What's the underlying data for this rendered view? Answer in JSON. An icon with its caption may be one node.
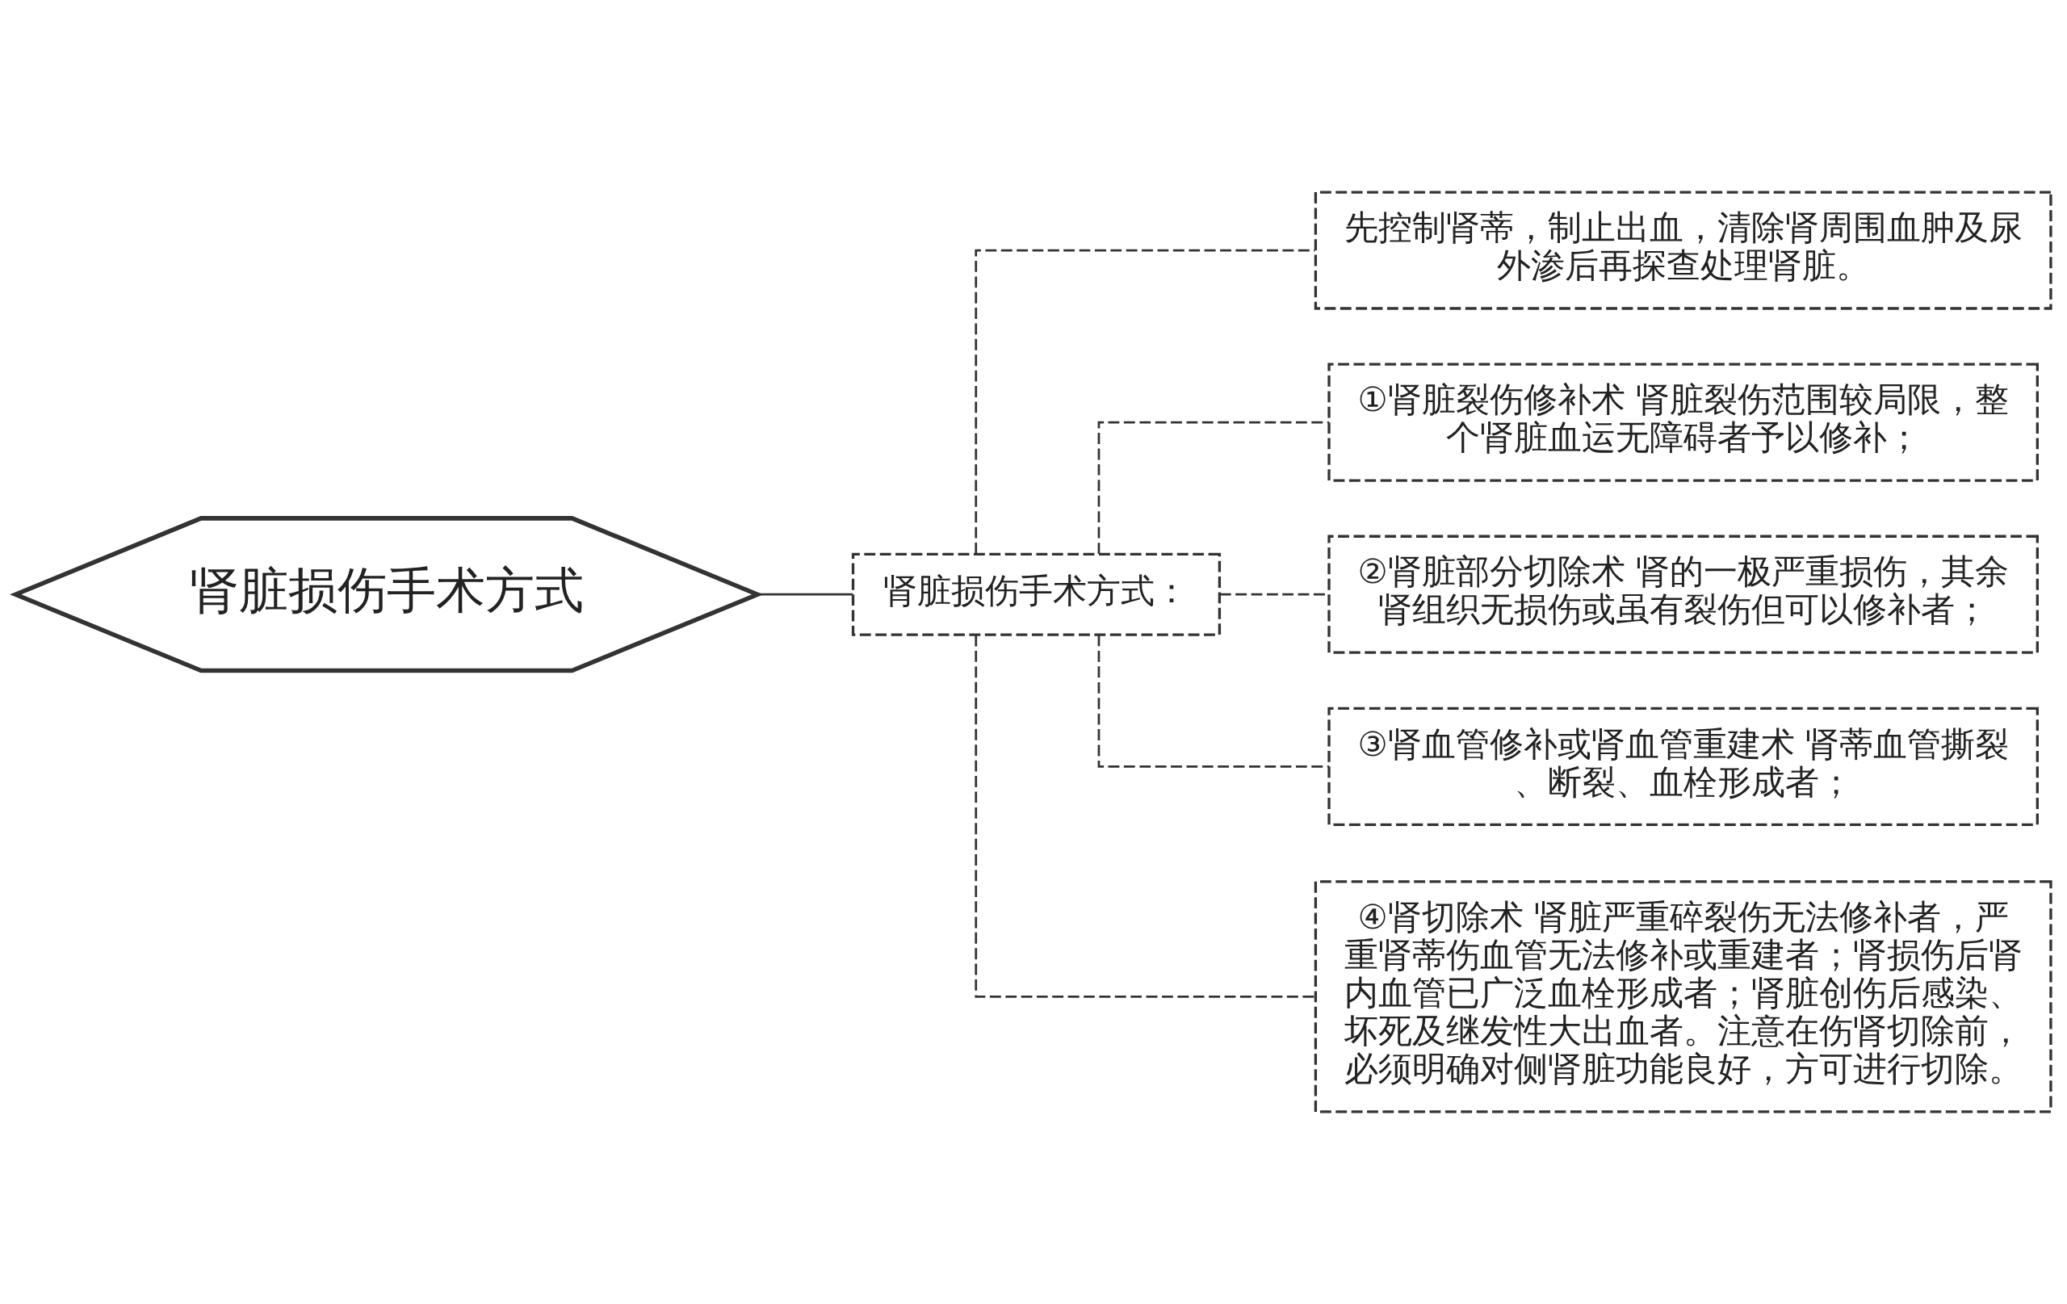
{
  "diagram": {
    "nodes": [
      {
        "text": [
          "肾脏损伤手术方式"
        ]
      },
      {
        "text": [
          "肾脏损伤手术方式："
        ]
      },
      {
        "text": [
          "先控制肾蒂，制止出血，清除肾周围血肿及尿外渗后再探查处理肾脏。"
        ]
      },
      {
        "text": [
          "①肾脏裂伤修补术 肾脏裂伤范围较局限，整个肾脏血运无障碍者予以修补；"
        ]
      },
      {
        "text": [
          "②肾脏部分切除术 肾的一极严重损伤，其余肾组织无损伤或虽有裂伤但可以修补者；"
        ]
      },
      {
        "text": [
          "③肾血管修补或肾血管重建术 肾蒂血管撕裂、断裂、血栓形成者；"
        ]
      },
      {
        "text": [
          "④肾切除术 肾脏严重碎裂伤无法修补者，严重肾蒂伤血管无法修补或重建者；肾损伤后肾内血管已广泛血栓形成者；肾脏创伤后感染、坏死及继发性大出血者。注意在伤肾切除前，必须明确对侧肾脏功能良好，方可进行切除。"
        ]
      }
    ],
    "edges": [
      {
        "from": 0,
        "to": 1,
        "arrow": "none"
      },
      {
        "from": 1,
        "to": 2,
        "arrow": "none",
        "style": "dashed"
      },
      {
        "from": 1,
        "to": 3,
        "arrow": "none",
        "style": "dashed"
      },
      {
        "from": 1,
        "to": 4,
        "arrow": "none",
        "style": "dashed"
      },
      {
        "from": 1,
        "to": 5,
        "arrow": "none",
        "style": "dashed"
      },
      {
        "from": 1,
        "to": 6,
        "arrow": "none",
        "style": "dashed"
      }
    ]
  }
}
